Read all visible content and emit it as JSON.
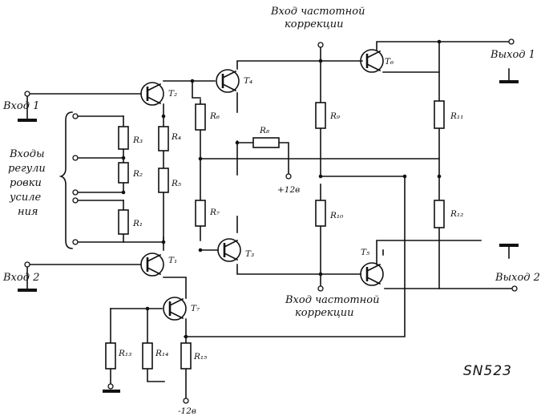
{
  "labels": {
    "freq_top_1": "Вход частотной",
    "freq_top_2": "коррекции",
    "freq_bottom_1": "Вход частотной",
    "freq_bottom_2": "коррекции",
    "input1": "Вход 1",
    "input2": "Вход 2",
    "output1": "Выход 1",
    "output2": "Выход 2",
    "gain_1": "Входы",
    "gain_2": "регули",
    "gain_3": "ровки",
    "gain_4": "усиле",
    "gain_5": "ния",
    "plus_supply": "+12в",
    "minus_supply": "-12в",
    "part_code": "SN523"
  },
  "transistors": {
    "t2": "T₂",
    "t4": "T₄",
    "t6": "T₆",
    "t1": "T₁",
    "t3": "T₃",
    "t5": "T₅",
    "t7": "T₇"
  },
  "resistors": {
    "r1": "R₁",
    "r2": "R₂",
    "r3": "R₃",
    "r4": "R₄",
    "r5": "R₅",
    "r6": "R₆",
    "r7": "R₇",
    "r8": "R₈",
    "r9": "R₉",
    "r10": "R₁₀",
    "r11": "R₁₁",
    "r12": "R₁₂",
    "r13": "R₁₃",
    "r14": "R₁₄",
    "r15": "R₁₅"
  }
}
